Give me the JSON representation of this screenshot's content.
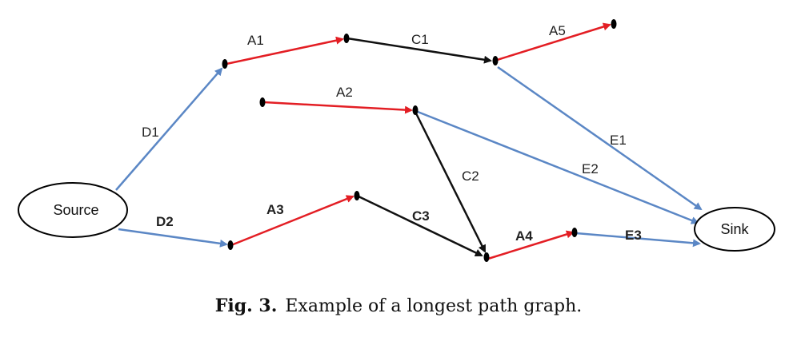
{
  "colors": {
    "red": "#e31e24",
    "blue": "#5b87c5",
    "black": "#111111"
  },
  "nodes": {
    "source": "Source",
    "sink": "Sink"
  },
  "edges": {
    "d1": "D1",
    "d2": "D2",
    "a1": "A1",
    "a2": "A2",
    "a3": "A3",
    "a4": "A4",
    "a5": "A5",
    "c1": "C1",
    "c2": "C2",
    "c3": "C3",
    "e1": "E1",
    "e2": "E2",
    "e3": "E3"
  },
  "caption": {
    "number": "Fig. 3.",
    "text": "Example of a longest path graph."
  }
}
